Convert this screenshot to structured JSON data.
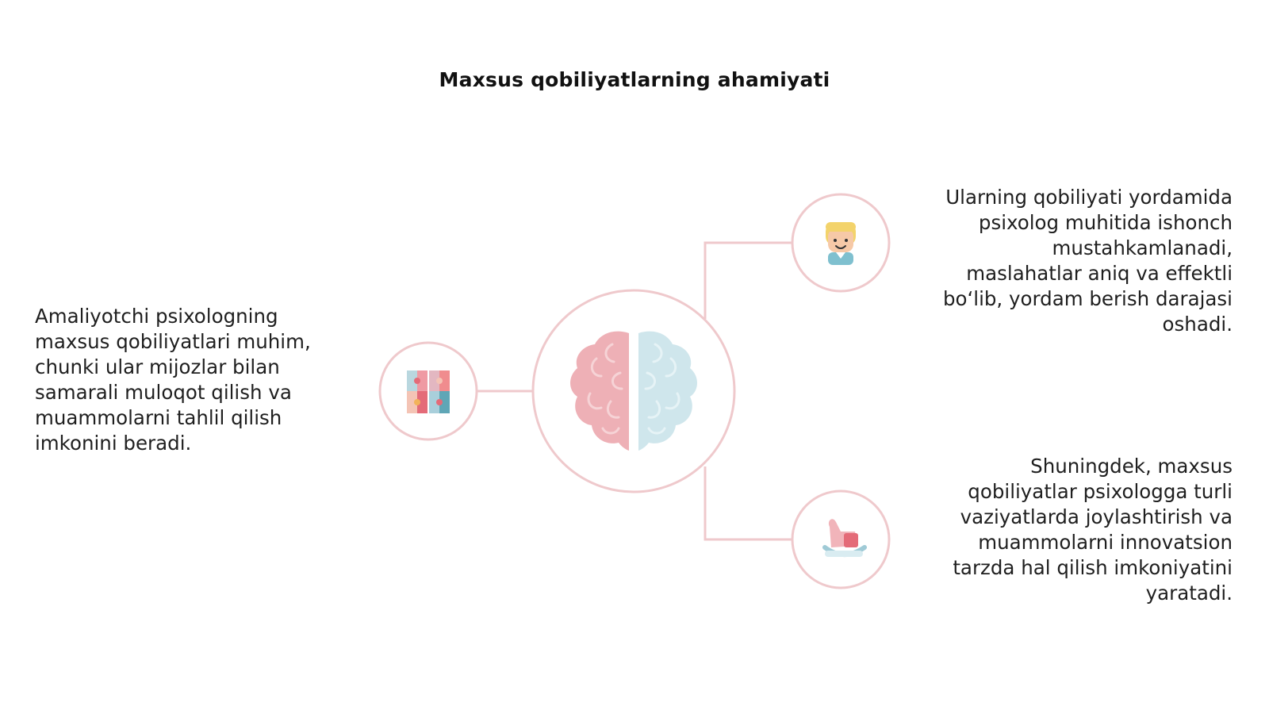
{
  "slide": {
    "title": "Maxsus qobiliyatlarning ahamiyati",
    "left_text": "Amaliyotchi psixologning\nmaxsus qobiliyatlari muhim,\nchunki ular mijozlar bilan\nsamarali muloqot qilish va\nmuammolarni tahlil qilish\nimkonini beradi.",
    "right_top_text": "Ularning qobiliyati yordamida\npsixolog muhitida ishonch\nmustahkamlanadi,\nmaslahatlar aniq va effektli\nbo‘lib, yordam berish darajasi\noshadi.",
    "right_bottom_text": "Shuningdek, maxsus\nqobiliyatlar psixologga turli\nvaziyatlarda joylashtirish va\nmuammolarni innovatsion\ntarzda hal qilish imkoniyatini\nyaratadi."
  },
  "icons": {
    "center": "brain-icon",
    "left": "puzzle-icon",
    "right_top": "child-face-icon",
    "right_bottom": "rocking-horse-icon"
  },
  "colors": {
    "connector": "#efc9cc",
    "circle_stroke": "#efc9cc",
    "brain_left": "#eeb0b6",
    "brain_right": "#cfe6ec",
    "title": "#111111",
    "body_text": "#1f1f1f"
  }
}
